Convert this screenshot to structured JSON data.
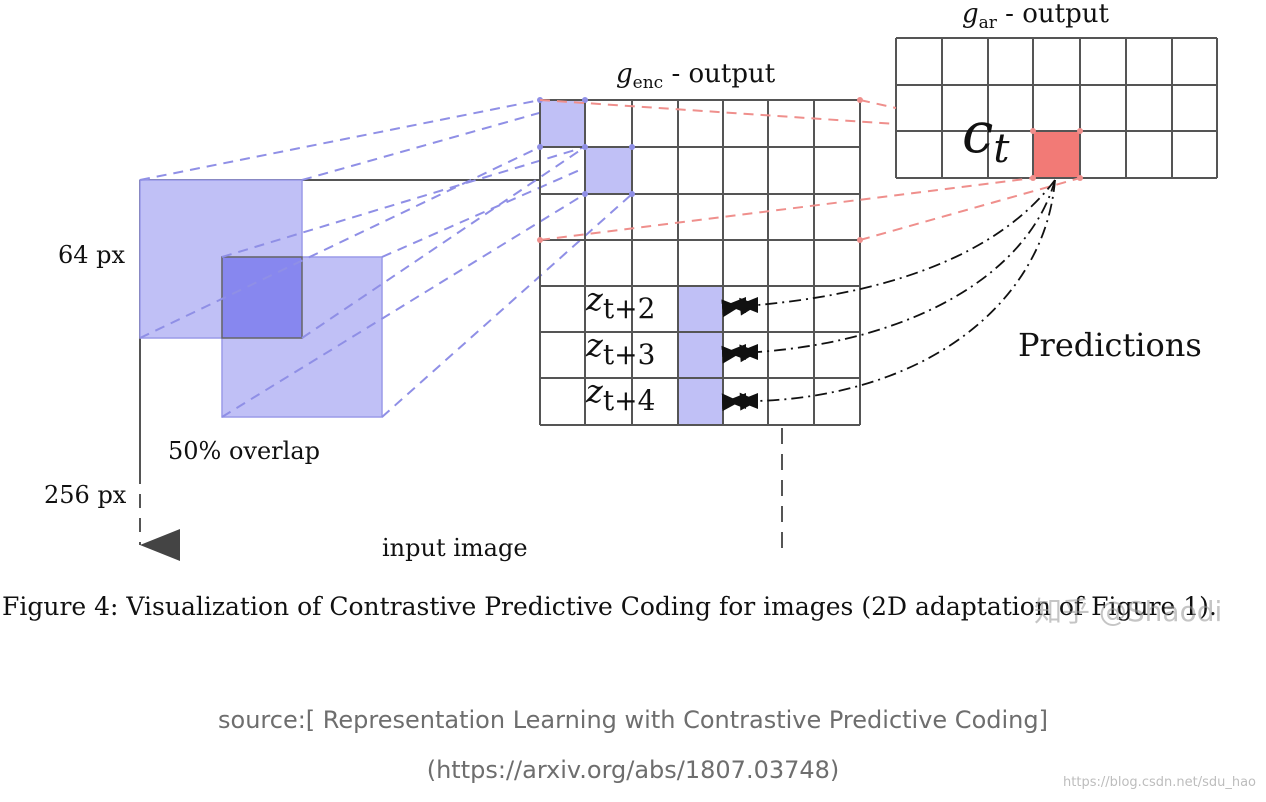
{
  "diagram": {
    "labels": {
      "g_enc_symbol": "g",
      "g_enc_sub": "enc",
      "g_enc_rest": " - output",
      "g_ar_symbol": "g",
      "g_ar_sub": "ar",
      "g_ar_rest": " - output",
      "context_symbol": "c",
      "context_sub": "t",
      "size_64": "64 px",
      "size_256": "256 px",
      "overlap": "50% overlap",
      "input_image": "input image",
      "predictions": "Predictions",
      "z2_symbol": "z",
      "z2_sub": "t+2",
      "z3_symbol": "z",
      "z3_sub": "t+3",
      "z4_symbol": "z",
      "z4_sub": "t+4"
    },
    "colors": {
      "patch_fill": "#c0c0f6",
      "patch_overlap": "#8787ef",
      "patch_dash": "#8f8fe6",
      "context_fill": "#f27a76",
      "context_dash": "#ef8f8c",
      "grid_line": "#555555",
      "arrow_line": "#111111"
    }
  },
  "caption": {
    "text": "Figure 4: Visualization of Contrastive Predictive Coding for images (2D adaptation of Figure 1)."
  },
  "source": {
    "line": "source:[ Representation Learning with Contrastive Predictive Coding]",
    "url": "(https://arxiv.org/abs/1807.03748)"
  },
  "watermarks": {
    "zhihu": "知乎 @Shaodi",
    "csdn": "https://blog.csdn.net/sdu_hao"
  }
}
